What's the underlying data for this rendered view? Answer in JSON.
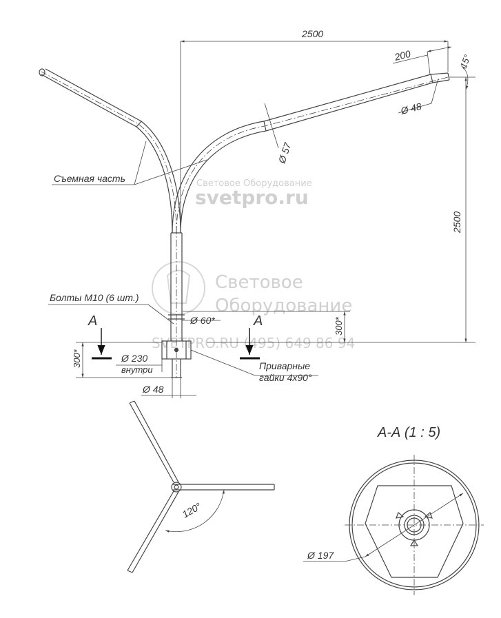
{
  "colors": {
    "line": "#444444",
    "text": "#333333",
    "watermark": "#cfcfcf"
  },
  "dimensions": {
    "top_width": "2500",
    "height": "2500",
    "tip_length": "200",
    "tip_angle": "15°",
    "tip_diameter": "Ø 48",
    "arm_diameter": "Ø 57",
    "pole_diameter": "Ø 60*",
    "flange_diameter": "Ø 230",
    "flange_inner": "внутри",
    "bottom_pipe_diameter": "Ø 48",
    "left_height": "300*",
    "right_height": "300*",
    "section_diameter": "Ø 197",
    "angle_120": "120°"
  },
  "labels": {
    "removable_part": "Съемная часть",
    "bolts": "Болты М10 (6 шт.)",
    "welded_nuts_line1": "Приварные",
    "welded_nuts_line2": "гайки 4х90°",
    "section_mark": "А",
    "section_title": "А-А (1 : 5)"
  },
  "watermark": {
    "small": "Световое Оборудование",
    "site": "svetpro.ru",
    "logo_line1": "Световое",
    "logo_line2": "Оборудование",
    "contact": "SVETPRO.RU  (495) 649 86 94"
  }
}
